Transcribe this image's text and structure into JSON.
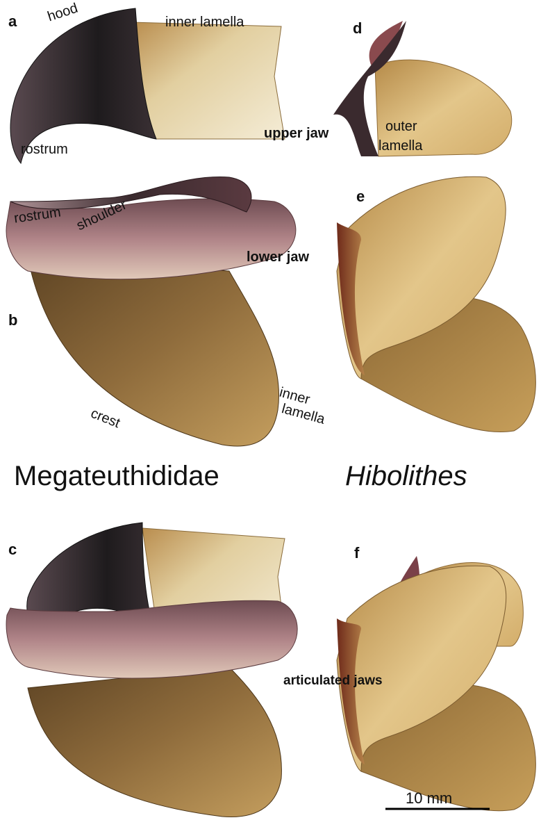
{
  "panels": {
    "a": "a",
    "b": "b",
    "c": "c",
    "d": "d",
    "e": "e",
    "f": "f"
  },
  "labels": {
    "hood": "hood",
    "inner_lamella_upper": "inner lamella",
    "rostrum_upper": "rostrum",
    "upper_jaw": "upper jaw",
    "rostrum_lower": "rostrum",
    "shoulder": "shoulder",
    "outer_lamella_1": "outer",
    "outer_lamella_2": "lamella",
    "lower_jaw": "lower jaw",
    "inner_lamella_lower_1": "inner",
    "inner_lamella_lower_2": "lamella",
    "crest": "crest",
    "articulated_jaws": "articulated jaws"
  },
  "taxa": {
    "left": "Megateuthididae",
    "right": "Hibolithes"
  },
  "scale_bar": {
    "label": "10 mm"
  },
  "colors": {
    "hood_dark": "#2a2527",
    "lamella_light": "#efe2c0",
    "lamella_mid": "#c9a56a",
    "outer_pink": "#a67a7e",
    "lower_brown": "#8b6a3a",
    "hibolithes_tan": "#d7b473"
  }
}
